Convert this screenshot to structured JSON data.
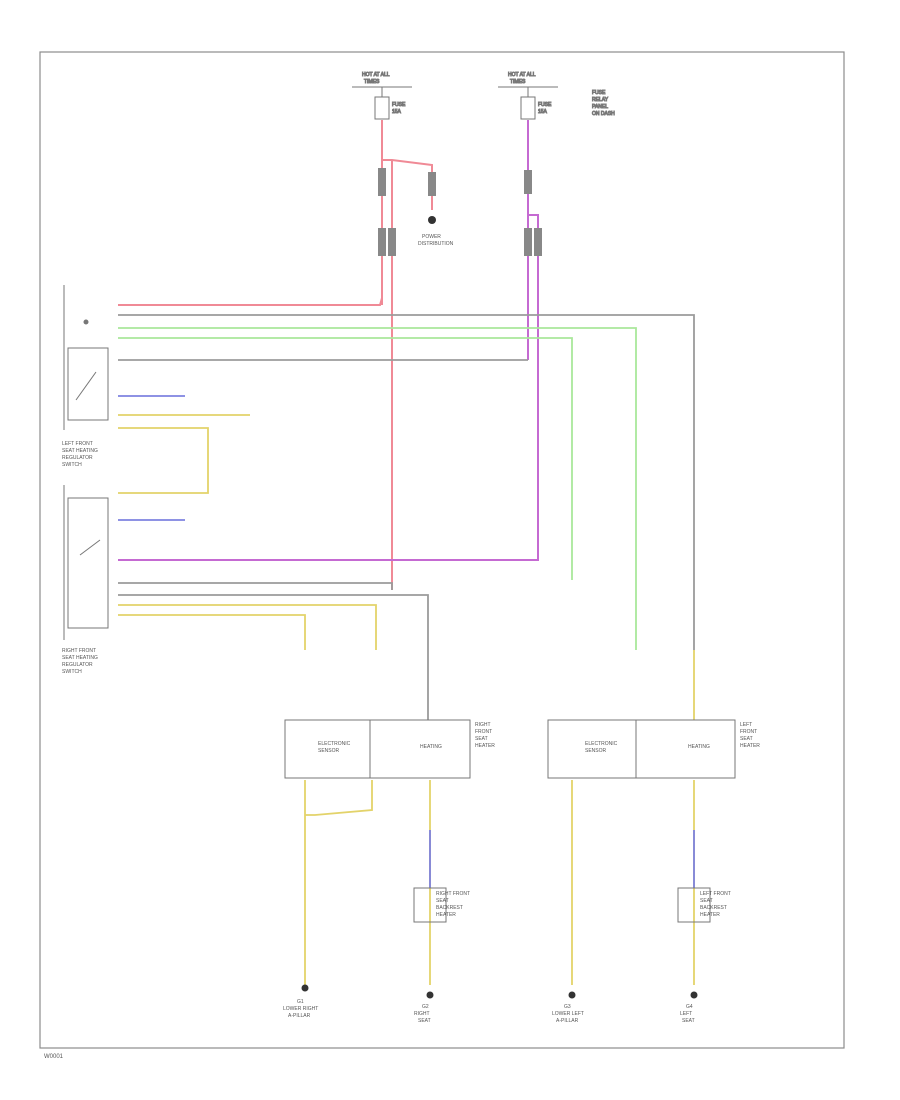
{
  "title": "",
  "wire_colors": {
    "red": "#f08a96",
    "violet": "#c56ad2",
    "green": "#a9e89b",
    "gray": "#9b9b9b",
    "black": "#505050",
    "yellow": "#e3d36a",
    "tan": "#d9c08a",
    "blue": "#7e82e0"
  },
  "components": [
    {
      "id": "left-seat-heat-switch",
      "lines": [
        "LEFT FRONT",
        "SEAT HEATING",
        "REGULATOR",
        "SWITCH"
      ]
    },
    {
      "id": "right-seat-heat-switch",
      "lines": [
        "RIGHT FRONT",
        "SEAT HEATING",
        "REGULATOR",
        "SWITCH"
      ]
    },
    {
      "id": "right-seat-module",
      "lines": [
        "RIGHT",
        "FRONT",
        "SEAT",
        "HEATER"
      ],
      "boxes": [
        "ELECTRONIC",
        "SENSOR",
        "HEATING"
      ]
    },
    {
      "id": "left-seat-module",
      "lines": [
        "LEFT",
        "FRONT",
        "SEAT",
        "HEATER"
      ],
      "boxes": [
        "ELECTRONIC",
        "SENSOR",
        "HEATING"
      ]
    },
    {
      "id": "right-seat-heater",
      "lines": [
        "RIGHT FRONT",
        "SEAT",
        "BACKREST",
        "HEATER"
      ]
    },
    {
      "id": "left-seat-heater",
      "lines": [
        "LEFT FRONT",
        "SEAT",
        "BACKREST",
        "HEATER"
      ]
    }
  ],
  "fuses": [
    {
      "id": "fuse-1",
      "lines": [
        "HOT AT ALL",
        "TIMES"
      ],
      "label": [
        "FUSE",
        "15A"
      ]
    },
    {
      "id": "fuse-2",
      "lines": [
        "HOT AT ALL",
        "TIMES"
      ],
      "label": [
        "FUSE",
        "15A"
      ],
      "note": [
        "FUSE",
        "RELAY",
        "PANEL",
        "ON DASH"
      ]
    }
  ],
  "grounds": [
    {
      "id": "g1",
      "lines": [
        "G1",
        "LOWER RIGHT",
        "A-PILLAR"
      ]
    },
    {
      "id": "g2",
      "lines": [
        "G2",
        "RIGHT",
        "SEAT"
      ]
    },
    {
      "id": "g3",
      "lines": [
        "G3",
        "LOWER LEFT",
        "A-PILLAR"
      ]
    },
    {
      "id": "g4",
      "lines": [
        "G4",
        "LEFT",
        "SEAT"
      ]
    }
  ],
  "splice_note": [
    "POWER",
    "DISTRIBUTION"
  ],
  "footer_code": "W0001"
}
